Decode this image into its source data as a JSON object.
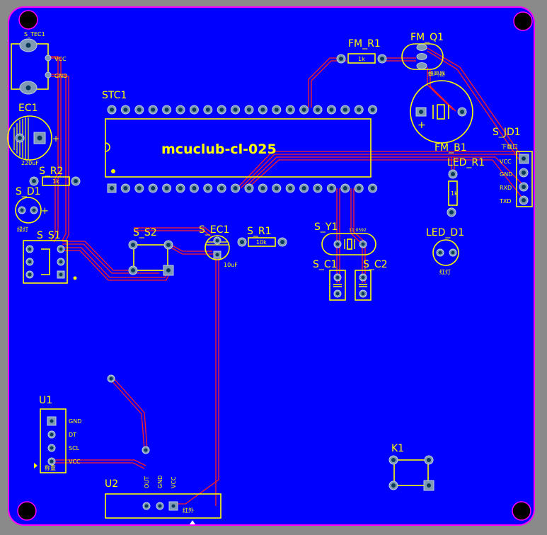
{
  "board": {
    "title": "mcuclub-cl-025",
    "colors": {
      "copper": "#0000ff",
      "silk": "#ffff00",
      "trace": "#ff2020",
      "outline": "#ff00ff",
      "pad": "#7f9ab4"
    }
  },
  "components": {
    "s_tec1": {
      "ref": "S_TEC1",
      "pin1": "VCC",
      "pin2": "GND"
    },
    "ec1": {
      "ref": "EC1",
      "value": "220uF"
    },
    "s_r2": {
      "ref": "S_R2",
      "value": "1k"
    },
    "s_d1": {
      "ref": "S_D1",
      "note": "绿灯"
    },
    "s_s1": {
      "ref": "S_S1"
    },
    "stc1": {
      "ref": "STC1"
    },
    "s_s2": {
      "ref": "S_S2"
    },
    "s_ec1": {
      "ref": "S_EC1",
      "value": "10uF"
    },
    "s_r1": {
      "ref": "S_R1",
      "value": "10k"
    },
    "s_y1": {
      "ref": "S_Y1",
      "value": "11.0592"
    },
    "s_c1": {
      "ref": "S_C1"
    },
    "s_c2": {
      "ref": "S_C2"
    },
    "fm_r1": {
      "ref": "FM_R1",
      "value": "1k"
    },
    "fm_q1": {
      "ref": "FM_Q1"
    },
    "fm_b1": {
      "ref": "FM_B1",
      "note": "蜂鸣器"
    },
    "s_jd1": {
      "ref": "S_JD1",
      "note": "下载口",
      "pins": [
        "VCC",
        "GND",
        "RXD",
        "TXD"
      ]
    },
    "led_r1": {
      "ref": "LED_R1",
      "value": "1k"
    },
    "led_d1": {
      "ref": "LED_D1",
      "note": "红灯"
    },
    "u1": {
      "ref": "U1",
      "pins": [
        "GND",
        "DT",
        "SCL",
        "VCC"
      ],
      "note": "称重"
    },
    "u2": {
      "ref": "U2",
      "pins": [
        "OUT",
        "GND",
        "VCC"
      ],
      "note": "红外"
    },
    "k1": {
      "ref": "K1"
    }
  }
}
